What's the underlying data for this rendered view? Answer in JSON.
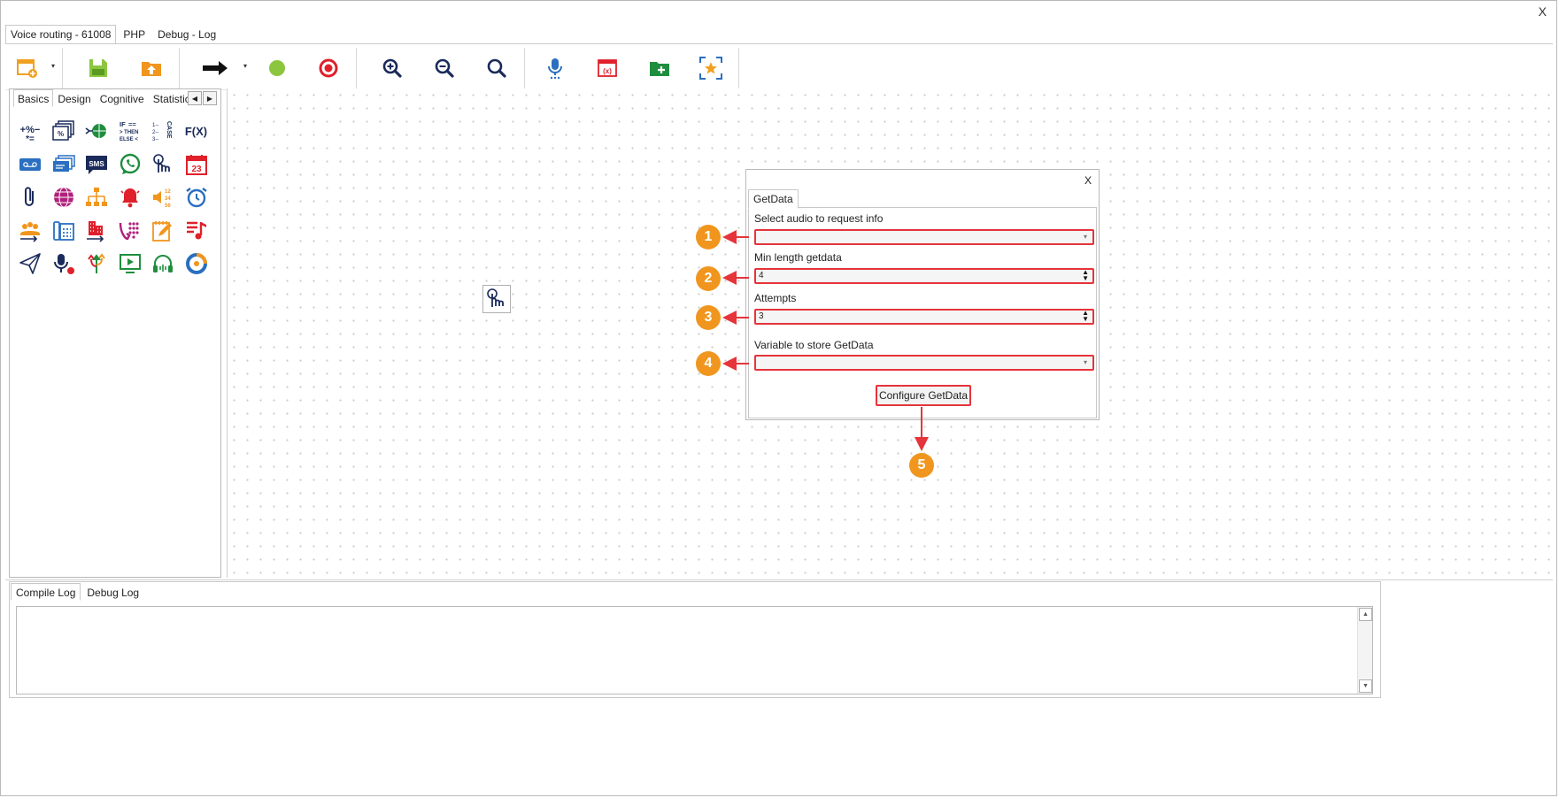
{
  "window": {
    "close_label": "X"
  },
  "top_tabs": [
    {
      "label": "Voice routing - 61008",
      "active": true
    },
    {
      "label": "PHP",
      "active": false
    },
    {
      "label": "Debug - Log",
      "active": false
    }
  ],
  "toolbar": {
    "buttons": [
      "new-diagram-icon",
      "save-icon",
      "upload-icon",
      "arrow-right-icon",
      "start-circle-icon",
      "end-circle-icon",
      "zoom-in-icon",
      "zoom-out-icon",
      "zoom-fit-icon",
      "microphone-icon",
      "variable-icon",
      "add-folder-icon",
      "favorite-select-icon"
    ]
  },
  "palette": {
    "tabs": [
      {
        "label": "Basics",
        "active": true
      },
      {
        "label": "Design",
        "active": false
      },
      {
        "label": "Cognitive",
        "active": false
      },
      {
        "label": "Statistics",
        "active": false
      }
    ],
    "fx_label": "F(X)",
    "sms_label": "SMS",
    "calendar_label": "23",
    "if_label": "IF",
    "case_label": "CASE"
  },
  "dialog": {
    "close_label": "X",
    "tab_label": "GetData",
    "fields": [
      {
        "label": "Select audio to request info",
        "value": "",
        "kind": "select"
      },
      {
        "label": "Min length getdata",
        "value": "4",
        "kind": "spin"
      },
      {
        "label": "Attempts",
        "value": "3",
        "kind": "spin"
      },
      {
        "label": "Variable to store GetData",
        "value": "",
        "kind": "select"
      }
    ],
    "button_label": "Configure GetData"
  },
  "annotations": [
    "1",
    "2",
    "3",
    "4",
    "5"
  ],
  "colors": {
    "accent_red": "#e5343a",
    "badge_orange": "#f0961e"
  },
  "log": {
    "tabs": [
      {
        "label": "Compile Log",
        "active": true
      },
      {
        "label": "Debug Log",
        "active": false
      }
    ],
    "content": ""
  }
}
